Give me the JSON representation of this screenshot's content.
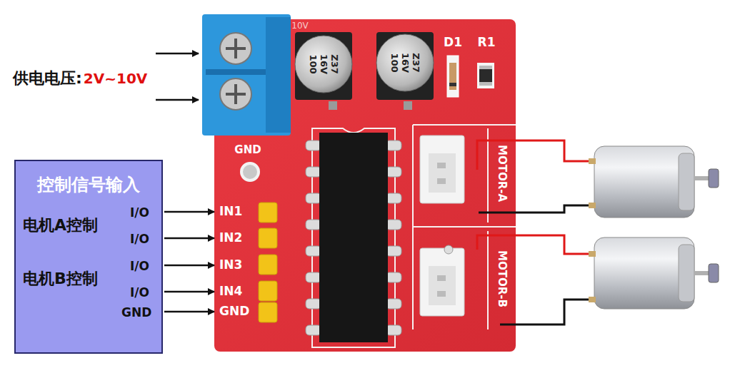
{
  "diagram": {
    "nodes": [
      {
        "text": [
          "控制信号输入",
          "电机A控制",
          "I/O",
          "I/O",
          "电机B控制",
          "I/O",
          "I/O",
          "GND"
        ]
      }
    ],
    "labels": [
      "供电电压:",
      "2V~10V",
      "10V",
      "100",
      "16V",
      "Z37",
      "100",
      "16V",
      "Z37",
      "D1",
      "R1",
      "GND",
      "IN1",
      "IN2",
      "IN3",
      "IN4",
      "GND",
      "MOTOR-A",
      "MOTOR-B"
    ]
  }
}
